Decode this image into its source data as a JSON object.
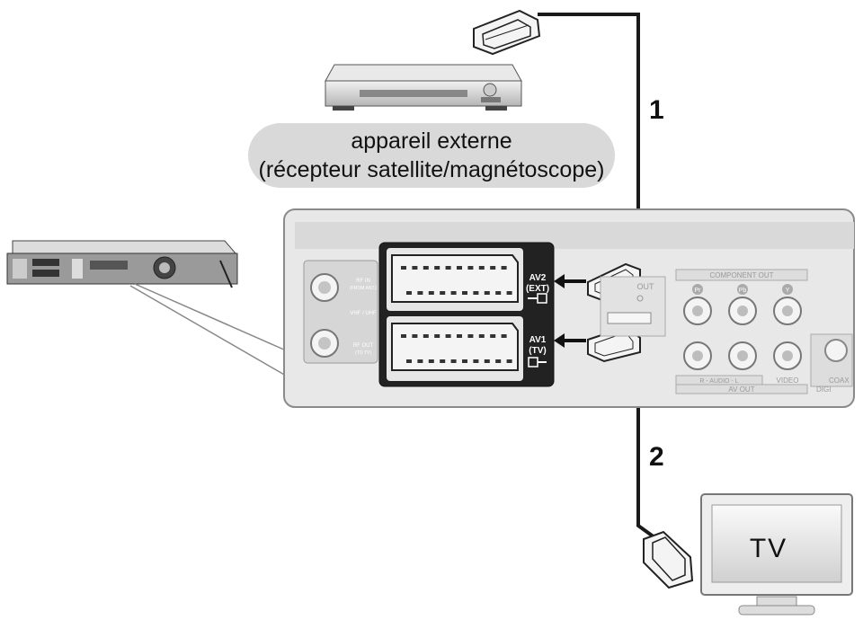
{
  "device": {
    "line1": "appareil externe",
    "line2": "(récepteur satellite/magnétoscope)"
  },
  "cables": {
    "one": "1",
    "two": "2"
  },
  "tv": {
    "label": "TV"
  },
  "panel": {
    "av2": {
      "name": "AV2",
      "sub": "(EXT)"
    },
    "av1": {
      "name": "AV1",
      "sub": "(TV)"
    },
    "rf_in": {
      "line1": "RF IN",
      "line2": "(FROM ANT.)"
    },
    "vhf_uhf": "VHF / UHF",
    "rf_out": {
      "line1": "RF OUT",
      "line2": "(TO TV)"
    },
    "out": "OUT",
    "component_out": "COMPONENT OUT",
    "component_letters": [
      "Pr",
      "Pb",
      "Y"
    ],
    "audio": "R - AUDIO - L",
    "video": "VIDEO",
    "av_out": "AV OUT",
    "coax": "COAX",
    "digi": "DIGI"
  },
  "colors": {
    "panel_bg": "#e8e8e8",
    "panel_border": "#8a8a8a",
    "cable": "#1a1a1a",
    "caption_bg": "#d9d9d9"
  }
}
